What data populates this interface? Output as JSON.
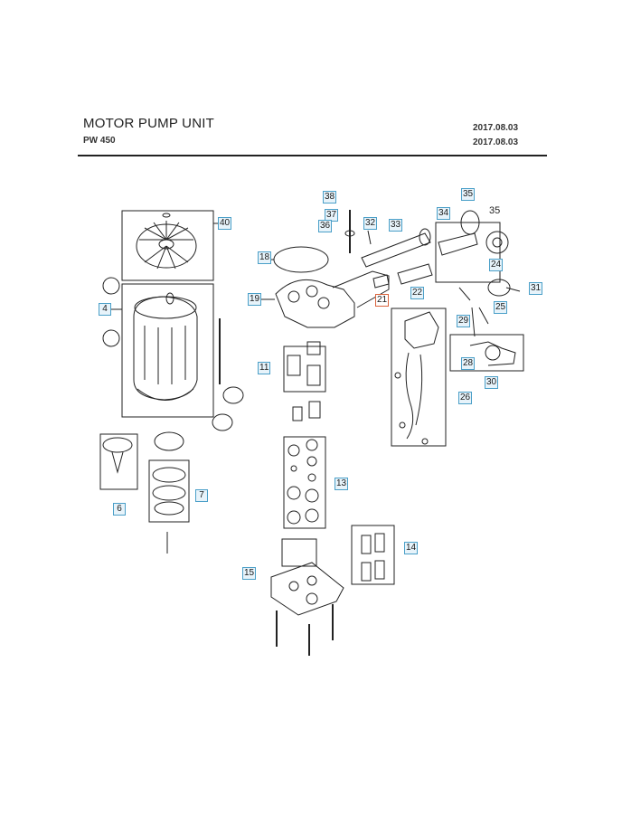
{
  "header": {
    "title": "MOTOR PUMP UNIT",
    "model": "PW 450",
    "date_1": "2017.08.03",
    "date_2": "2017.08.03"
  },
  "callouts": {
    "c38": "38",
    "c37": "37",
    "c36": "36",
    "c32": "32",
    "c33": "33",
    "c34": "34",
    "c35": "35",
    "c35b": "35",
    "c40": "40",
    "c18": "18",
    "c24": "24",
    "c19": "19",
    "c21": "21",
    "c22": "22",
    "c31": "31",
    "c25": "25",
    "c4": "4",
    "c29": "29",
    "c11": "11",
    "c28": "28",
    "c30": "30",
    "c26": "26",
    "c13": "13",
    "c6": "6",
    "c7": "7",
    "c14": "14",
    "c15": "15"
  },
  "colors": {
    "callout_border": "#4a9fc8",
    "callout_fill": "#e7f3fa",
    "highlight_border": "#d9623b",
    "line": "#222222"
  }
}
